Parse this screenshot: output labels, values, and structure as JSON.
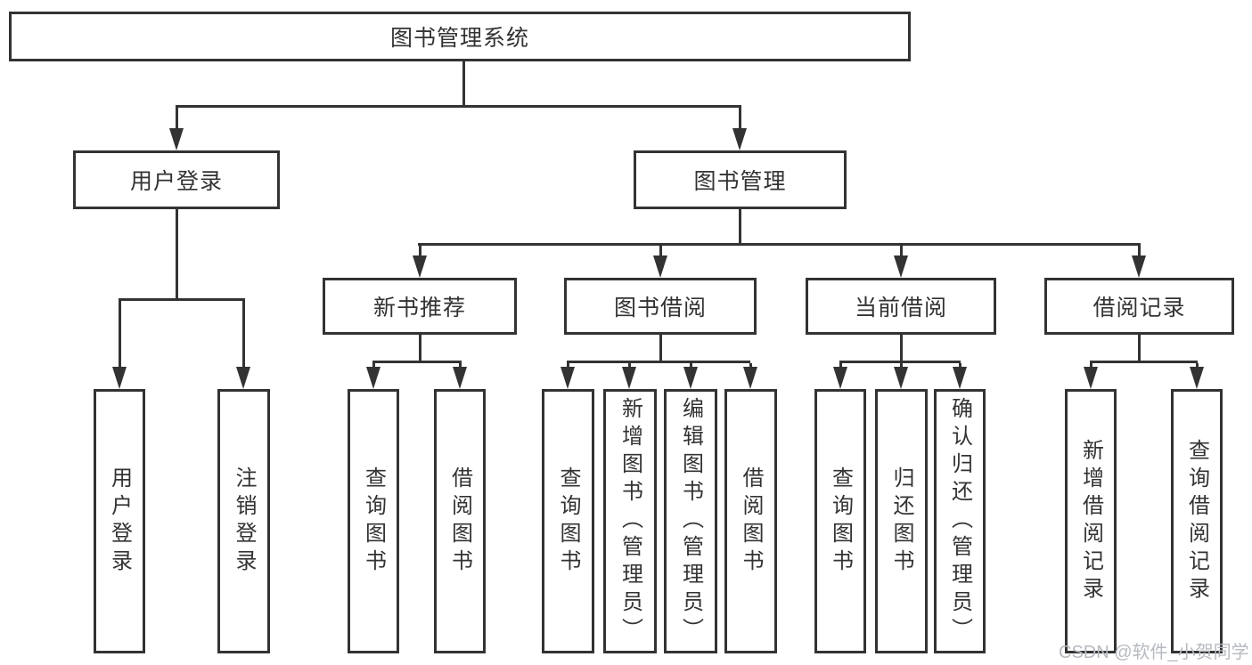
{
  "diagram": {
    "title": "图书管理系统",
    "branches": {
      "user_login": {
        "label": "用户登录",
        "children": [
          "用户登录",
          "注销登录"
        ]
      },
      "book_management": {
        "label": "图书管理",
        "sections": {
          "new_book_recommend": {
            "label": "新书推荐",
            "children": [
              "查询图书",
              "借阅图书"
            ]
          },
          "book_borrow": {
            "label": "图书借阅",
            "children": [
              "查询图书",
              "新增图书（管理员）",
              "编辑图书（管理员）",
              "借阅图书"
            ]
          },
          "current_borrow": {
            "label": "当前借阅",
            "children": [
              "查询图书",
              "归还图书",
              "确认归还（管理员）"
            ]
          },
          "borrow_records": {
            "label": "借阅记录",
            "children": [
              "新增借阅记录",
              "查询借阅记录"
            ]
          }
        }
      }
    },
    "watermark": "CSDN @软件_小贺同学",
    "colors": {
      "line": "#333333",
      "text": "#333333",
      "watermark": "#b6bac0",
      "background": "#ffffff"
    }
  }
}
